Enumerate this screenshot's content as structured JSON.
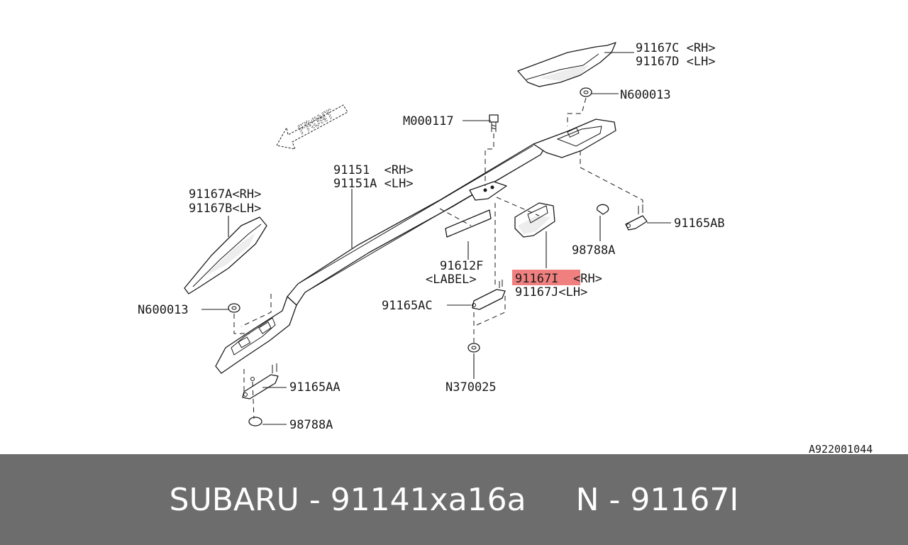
{
  "diagram": {
    "id_code": "A922001044",
    "front_label": "FRONT",
    "highlight_color": "#f08080",
    "labels": {
      "l_91167c": "91167C <RH>",
      "l_91167d": "91167D <LH>",
      "l_n600013_top": "N600013",
      "l_m000117": "M000117",
      "l_91151": "91151  <RH>",
      "l_91151a": "91151A <LH>",
      "l_91167a": "91167A<RH>",
      "l_91167b": "91167B<LH>",
      "l_91165ab": "91165AB",
      "l_98788a_right": "98788A",
      "l_91612f": "91612F",
      "l_label": "<LABEL>",
      "l_91167i_part": "91167I",
      "l_91167i_side": "<RH>",
      "l_91167j": "91167J<LH>",
      "l_n600013_left": "N600013",
      "l_91165ac": "91165AC",
      "l_91165aa": "91165AA",
      "l_n370025": "N370025",
      "l_98788a_bottom": "98788A"
    }
  },
  "footer": {
    "brand_part": "SUBARU - 91141xa16a",
    "oem_part": "N - 91167I"
  }
}
